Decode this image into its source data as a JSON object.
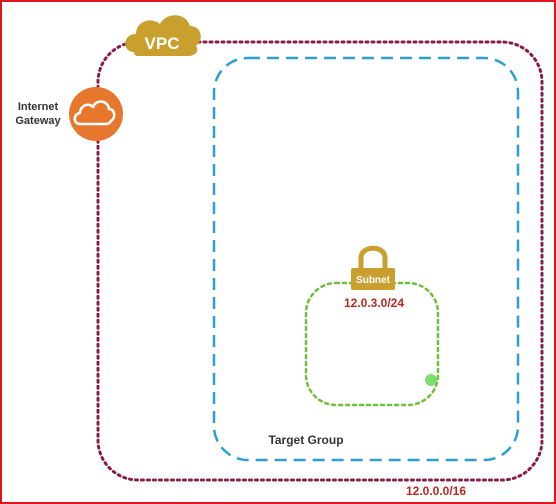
{
  "vpc": {
    "label": "VPC",
    "cidr": "12.0.0.0/16",
    "border_color": "#8b1a4a",
    "icon_color": "#c9a02e"
  },
  "internet_gateway": {
    "label_line1": "Internet",
    "label_line2": "Gateway",
    "icon": "cloud-icon",
    "icon_color": "#e8772e"
  },
  "target_group": {
    "label": "Target Group",
    "border_color": "#2a9fd8"
  },
  "subnet": {
    "label": "Subnet",
    "cidr": "12.0.3.0/24",
    "icon": "lock-icon",
    "icon_color": "#c9a02e",
    "border_color": "#6fbf3a",
    "cidr_color": "#c0261e"
  },
  "frame_color": "#e0141c"
}
